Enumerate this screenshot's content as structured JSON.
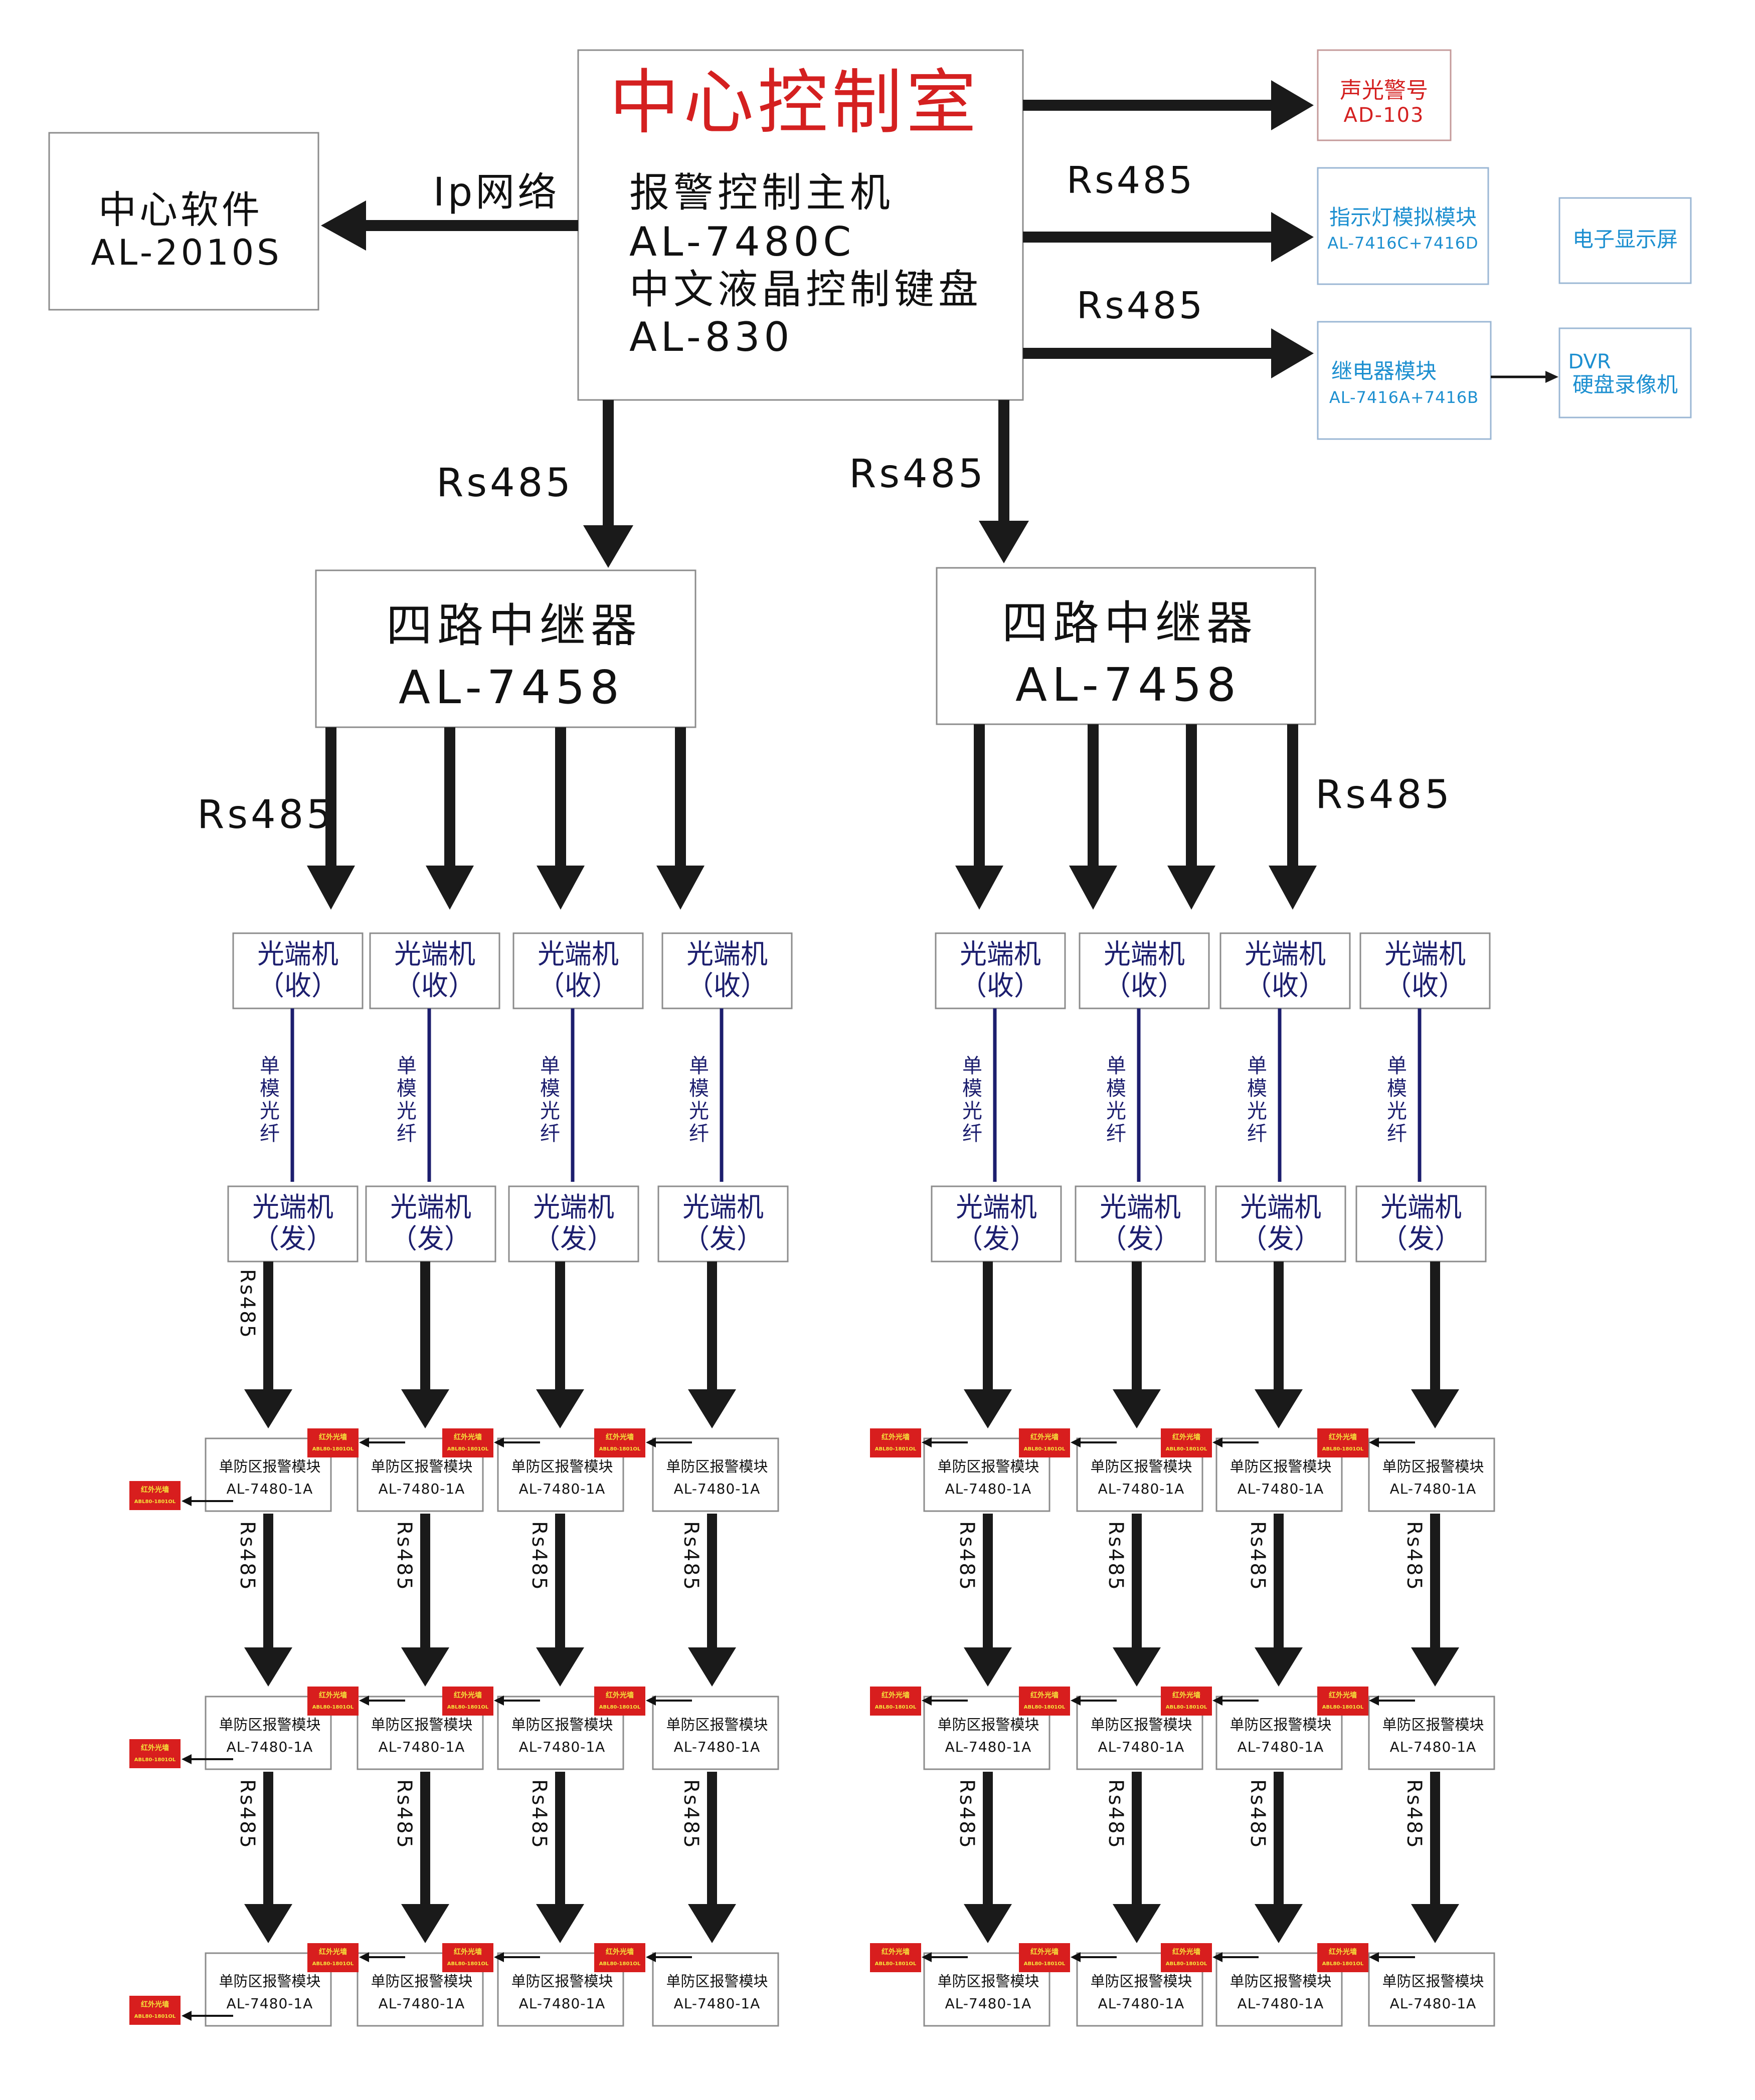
{
  "control_room": {
    "title": "中心控制室",
    "lines": [
      "报警控制主机",
      "AL-7480C",
      "中文液晶控制键盘",
      "AL-830"
    ]
  },
  "software": {
    "lines": [
      "中心软件",
      "AL-2010S"
    ]
  },
  "ip_label": "Ip网络",
  "rs485": "Rs485",
  "strobe": {
    "lines": [
      "声光警号",
      "AD-103"
    ]
  },
  "indicator": {
    "lines": [
      "指示灯模拟模块",
      "AL-7416C+7416D"
    ]
  },
  "display": {
    "label": "电子显示屏"
  },
  "relay": {
    "lines": [
      "继电器模块",
      "AL-7416A+7416B"
    ]
  },
  "dvr": {
    "lines": [
      "DVR",
      "硬盘录像机"
    ]
  },
  "repeater": {
    "lines": [
      "四路中继器",
      "AL-7458"
    ]
  },
  "receiver": {
    "lines": [
      "光端机",
      "（收）"
    ]
  },
  "transmitter": {
    "lines": [
      "光端机",
      "（发）"
    ]
  },
  "fiber": {
    "chars": [
      "单",
      "模",
      "光",
      "纤"
    ]
  },
  "module": {
    "lines": [
      "单防区报警模块",
      "AL-7480-1A"
    ]
  },
  "ir_fence": {
    "lines": [
      "红外光墙",
      "ABL80-1801OL"
    ]
  },
  "colors": {
    "title_red": "#d42020",
    "blue_text": "#1c8fd0",
    "navy_text": "#1c1e6e",
    "fiber_line": "#1c1e6e",
    "arrow": "#1a1a1a",
    "ir_red": "#d81e1e",
    "ir_yellow": "#f5e23a"
  }
}
